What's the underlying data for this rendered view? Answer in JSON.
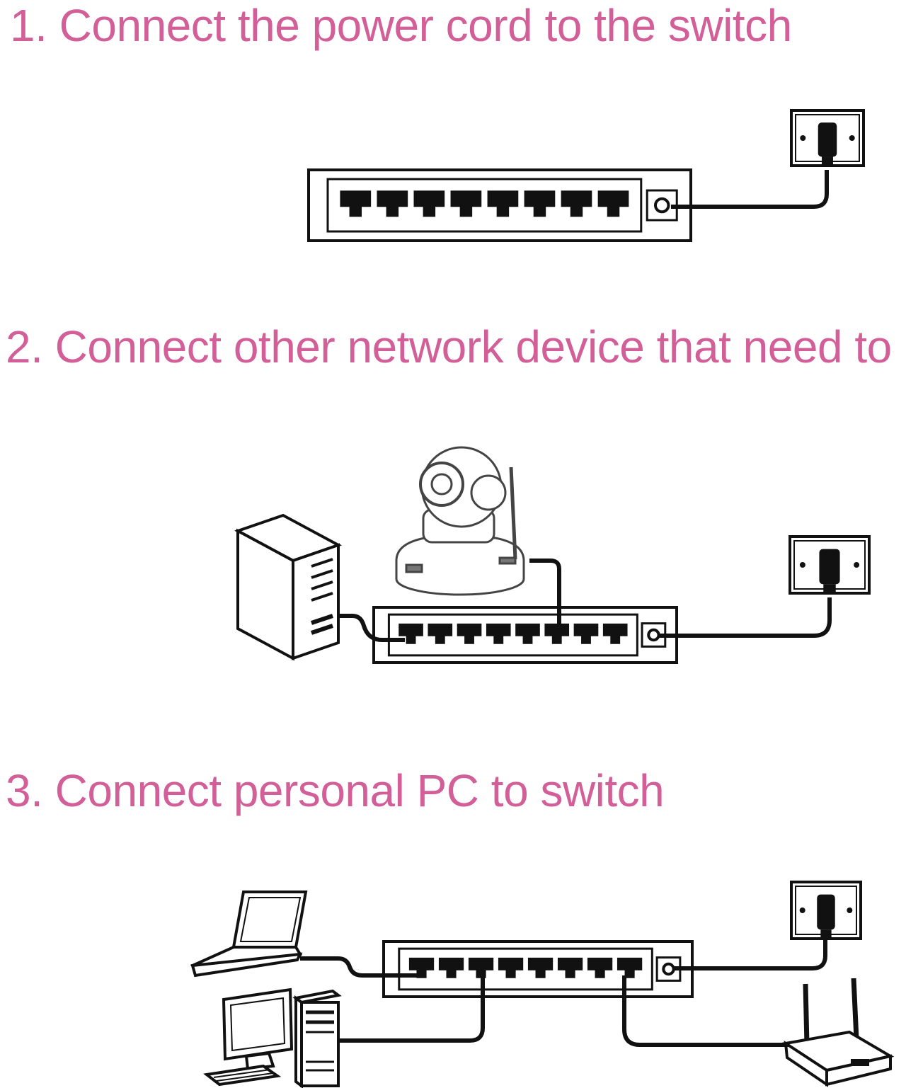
{
  "steps": [
    {
      "heading": "1. Connect the power cord to the switch"
    },
    {
      "heading": "2. Connect other network device that need to"
    },
    {
      "heading": "3. Connect personal PC to switch"
    }
  ],
  "colors": {
    "heading": "#d35f98",
    "line": "#111111"
  },
  "icons": {
    "switch": "network-switch-icon",
    "outlet": "power-outlet-icon",
    "camera": "ip-camera-icon",
    "tower": "desktop-tower-icon",
    "laptop": "laptop-icon",
    "monitor": "monitor-icon",
    "router": "wifi-router-icon"
  },
  "switch": {
    "port_count": 8
  }
}
